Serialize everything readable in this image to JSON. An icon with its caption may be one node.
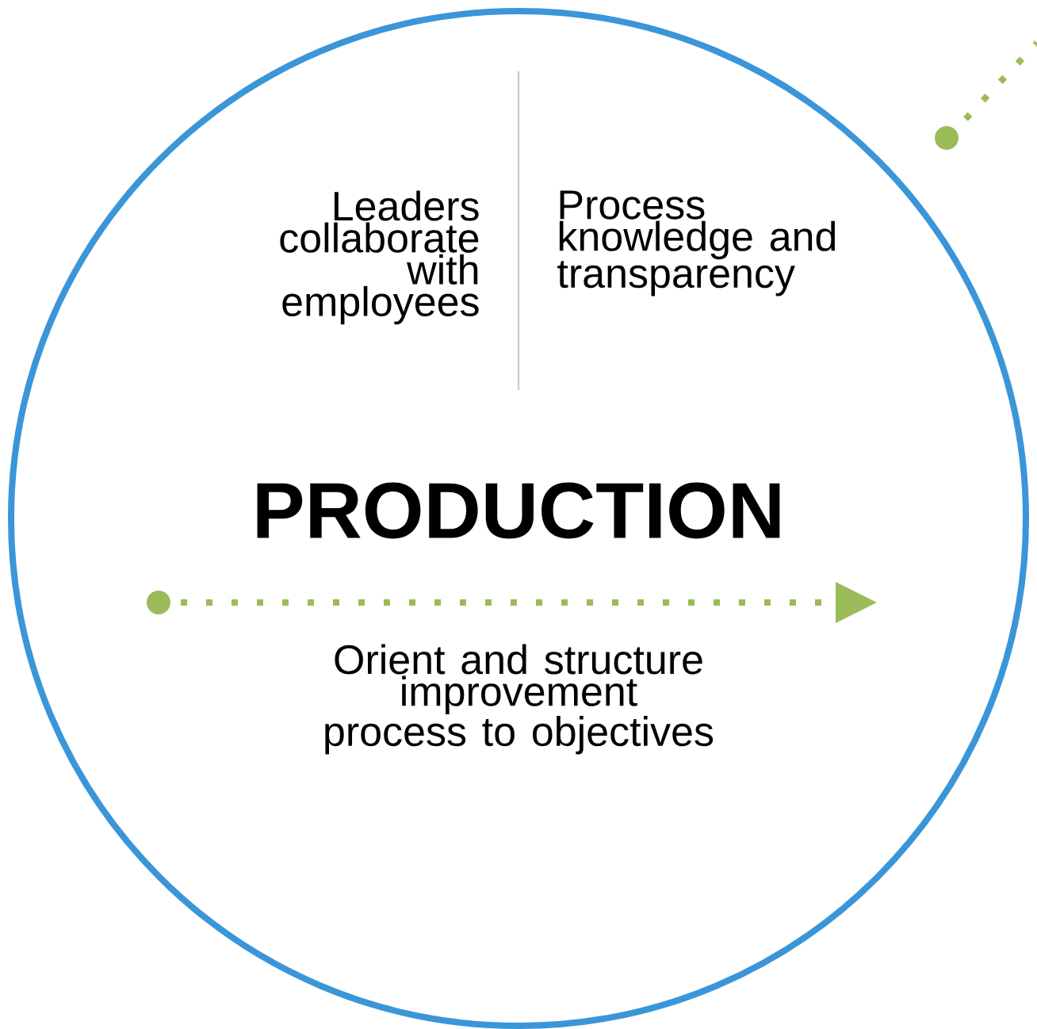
{
  "diagram": {
    "nodes": [
      {
        "text": [
          "Leaders collaborate with employees",
          "Process knowledge and transparency",
          "PRODUCTION",
          "Orient and structure improvement process to objectives"
        ]
      }
    ]
  }
}
